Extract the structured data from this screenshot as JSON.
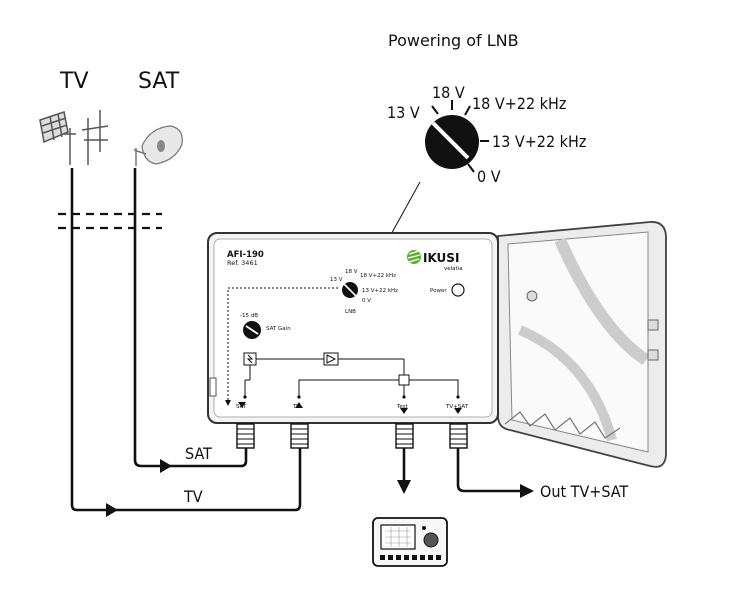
{
  "labels": {
    "tv_antenna": "TV",
    "sat_antenna": "SAT",
    "powering_title": "Powering of LNB",
    "dial_13v": "13 V",
    "dial_18v": "18 V",
    "dial_18v22": "18 V+22 kHz",
    "dial_13v22": "13 V+22 kHz",
    "dial_0v": "0 V",
    "cable_sat": "SAT",
    "cable_tv": "TV",
    "out": "Out TV+SAT"
  },
  "device": {
    "model": "AFI-190",
    "ref": "Ref. 3461",
    "brand": "IKUSI",
    "brand_sub": "velatia",
    "power": "Power",
    "gain": "-15 dB",
    "sat_gain": "SAT Gain",
    "lnb": "LNB",
    "mini_13v": "13 V",
    "mini_18v": "18 V",
    "mini_18v22": "18 V+22 kHz",
    "mini_13v22": "13 V+22 kHz",
    "mini_0v": "0 V",
    "port_sat": "SAT",
    "port_tv": "TV",
    "port_test": "Test",
    "port_tvsat": "TV+SAT"
  },
  "colors": {
    "brand_green": "#5fae2e",
    "ink": "#111111"
  }
}
